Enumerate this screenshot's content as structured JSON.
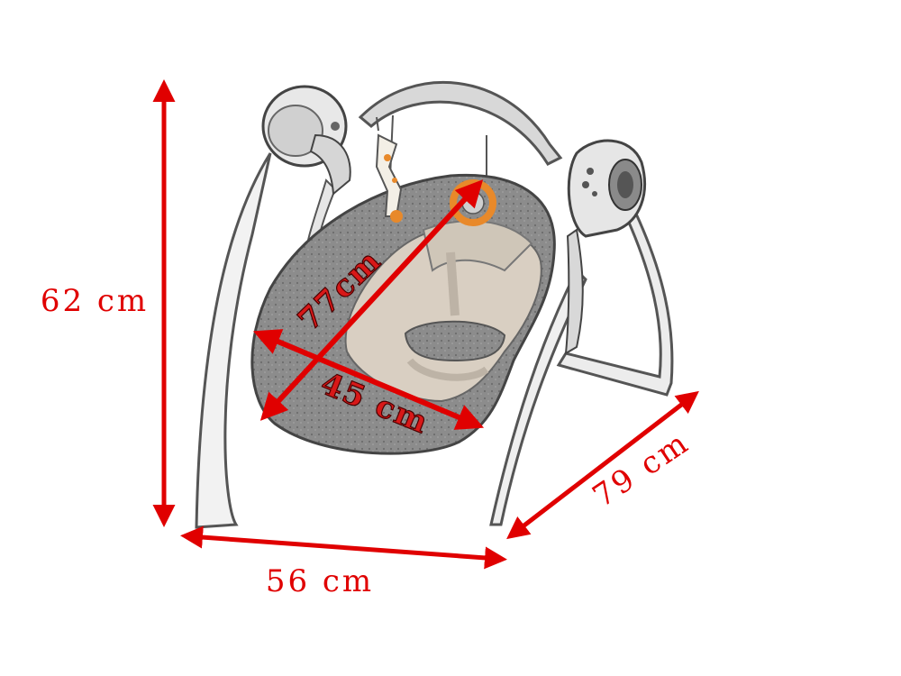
{
  "dimensions": {
    "height": "62 cm",
    "width": "56 cm",
    "depth": "79 cm",
    "seat_length": "77cm",
    "seat_width": "45 cm"
  },
  "colors": {
    "arrow": "#e00000",
    "frame": "#6e6e6e",
    "seat_gray": "#8a8a8a",
    "seat_light": "#d9cfc2",
    "toy_orange": "#e8892a"
  },
  "illustration": "baby-swing"
}
